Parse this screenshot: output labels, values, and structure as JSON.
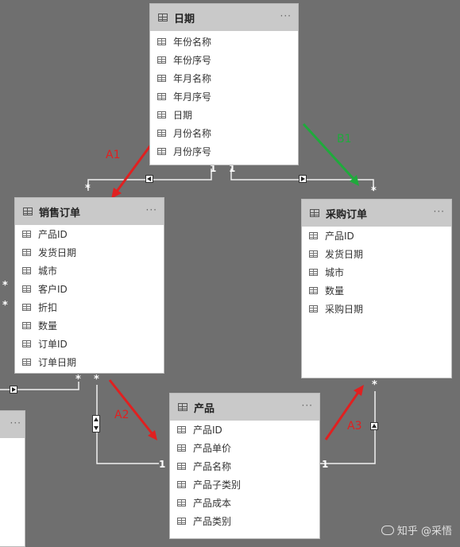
{
  "tables": {
    "date": {
      "title": "日期",
      "more": "···",
      "fields": [
        "年份名称",
        "年份序号",
        "年月名称",
        "年月序号",
        "日期",
        "月份名称",
        "月份序号"
      ]
    },
    "sales": {
      "title": "销售订单",
      "more": "···",
      "fields": [
        "产品ID",
        "发货日期",
        "城市",
        "客户ID",
        "折扣",
        "数量",
        "订单ID",
        "订单日期"
      ]
    },
    "purchase": {
      "title": "采购订单",
      "more": "···",
      "fields": [
        "产品ID",
        "发货日期",
        "城市",
        "数量",
        "采购日期"
      ]
    },
    "product": {
      "title": "产品",
      "more": "···",
      "fields": [
        "产品ID",
        "产品单价",
        "产品名称",
        "产品子类别",
        "产品成本",
        "产品类别"
      ]
    },
    "partial_left": {
      "more": "···"
    }
  },
  "relations": {
    "one": "1",
    "many": "*"
  },
  "annotations": {
    "a1": "A1",
    "a2": "A2",
    "a3": "A3",
    "b1": "B1"
  },
  "colors": {
    "red": "#e02020",
    "green": "#1faa3c",
    "line": "#f0f0f0"
  },
  "watermark": "知乎 @采悟"
}
